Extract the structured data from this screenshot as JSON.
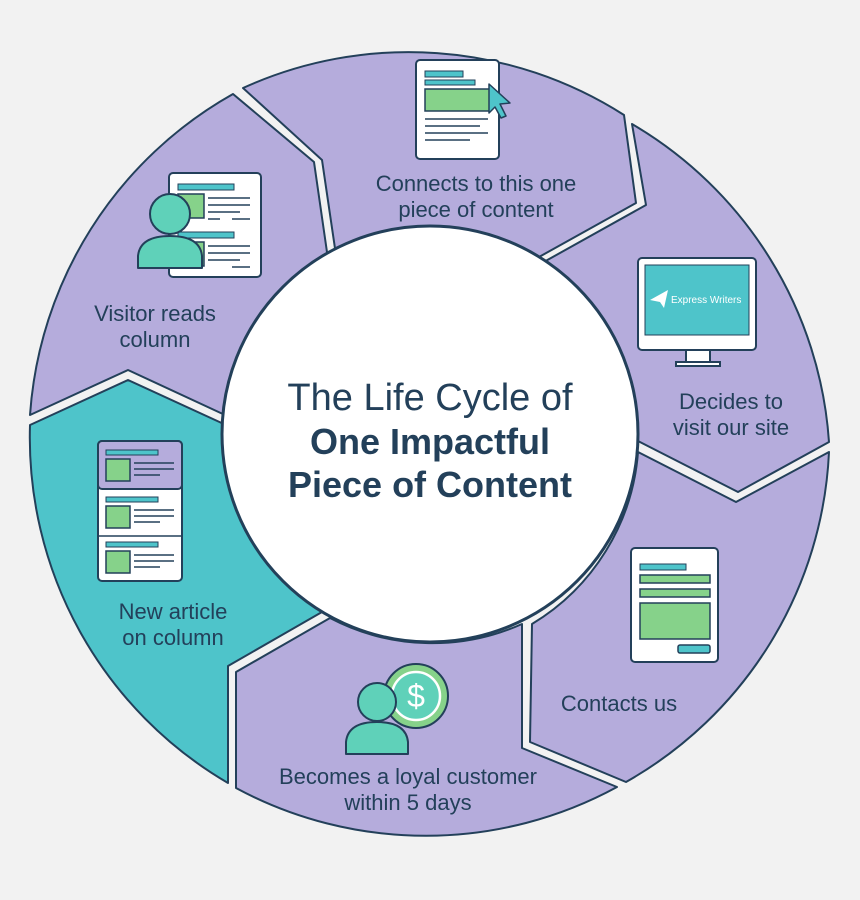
{
  "center": {
    "title_line1": "The Life Cycle of",
    "title_line2": "One Impactful",
    "title_line3": "Piece of Content"
  },
  "steps": [
    {
      "id": "new-article",
      "lines": [
        "New article",
        "on column"
      ],
      "icon": "article-list-icon"
    },
    {
      "id": "visitor-reads",
      "lines": [
        "Visitor reads",
        "column"
      ],
      "icon": "reader-person-icon"
    },
    {
      "id": "connects",
      "lines": [
        "Connects to this one",
        "piece of content"
      ],
      "icon": "document-cursor-icon"
    },
    {
      "id": "decides",
      "lines": [
        "Decides to",
        "visit our site"
      ],
      "icon": "monitor-icon"
    },
    {
      "id": "contacts",
      "lines": [
        "Contacts us"
      ],
      "icon": "contact-form-icon"
    },
    {
      "id": "loyal",
      "lines": [
        "Becomes a loyal customer",
        "within 5 days"
      ],
      "icon": "customer-dollar-icon"
    }
  ],
  "monitor_brand": "Express Writers",
  "dollar_symbol": "$",
  "colors": {
    "background": "#f2f2f2",
    "segment_purple": "#b5acdc",
    "segment_teal": "#4ec4ca",
    "outline": "#23405a",
    "text": "#23405a",
    "icon_green": "#86d28a",
    "icon_teal": "#4ec4ca",
    "person": "#5fd1b9",
    "center_fill": "#ffffff"
  }
}
